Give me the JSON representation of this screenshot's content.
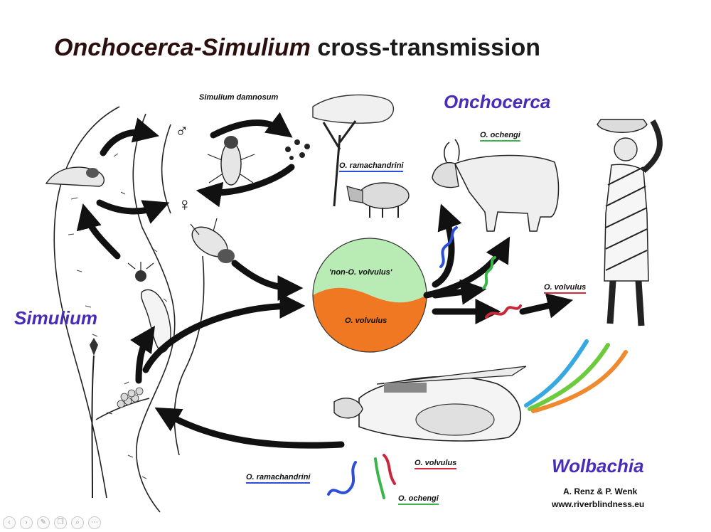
{
  "title": {
    "part1": "Onchocerca-Simulium",
    "part2": "cross-transmission"
  },
  "labels": {
    "simulium_damnosum": "Simulium damnosum",
    "male_symbol": "♂",
    "female_symbol": "♀",
    "onchocerca": "Onchocerca",
    "simulium": "Simulium",
    "wolbachia": "Wolbachia",
    "o_ochengi_top": "O. ochengi",
    "o_ramachandrini_top": "O. ramachandrini",
    "o_volvulus_right": "O. volvulus",
    "non_o_volvulus": "'non-O. volvulus'",
    "o_volvulus_center": "O. volvulus",
    "o_ramachandrini_bottom": "O. ramachandrini",
    "o_volvulus_bottom": "O. volvulus",
    "o_ochengi_bottom": "O. ochengi"
  },
  "credits": {
    "authors": "A. Renz & P. Wenk",
    "website": "www.riverblindness.eu"
  },
  "colors": {
    "accent_purple": "#4a2cb8",
    "yin_green": "#b8ecb4",
    "yin_orange": "#f07822",
    "worm_blue": "#2b4fd8",
    "worm_green": "#3ab54a",
    "worm_red": "#c8283a",
    "wolbachia_streaks": [
      "#38a8e0",
      "#6ccb3c",
      "#f08a30"
    ]
  },
  "toolbar": {
    "icons": [
      "back-icon",
      "forward-icon",
      "pen-icon",
      "copy-icon",
      "search-icon",
      "more-icon"
    ]
  }
}
